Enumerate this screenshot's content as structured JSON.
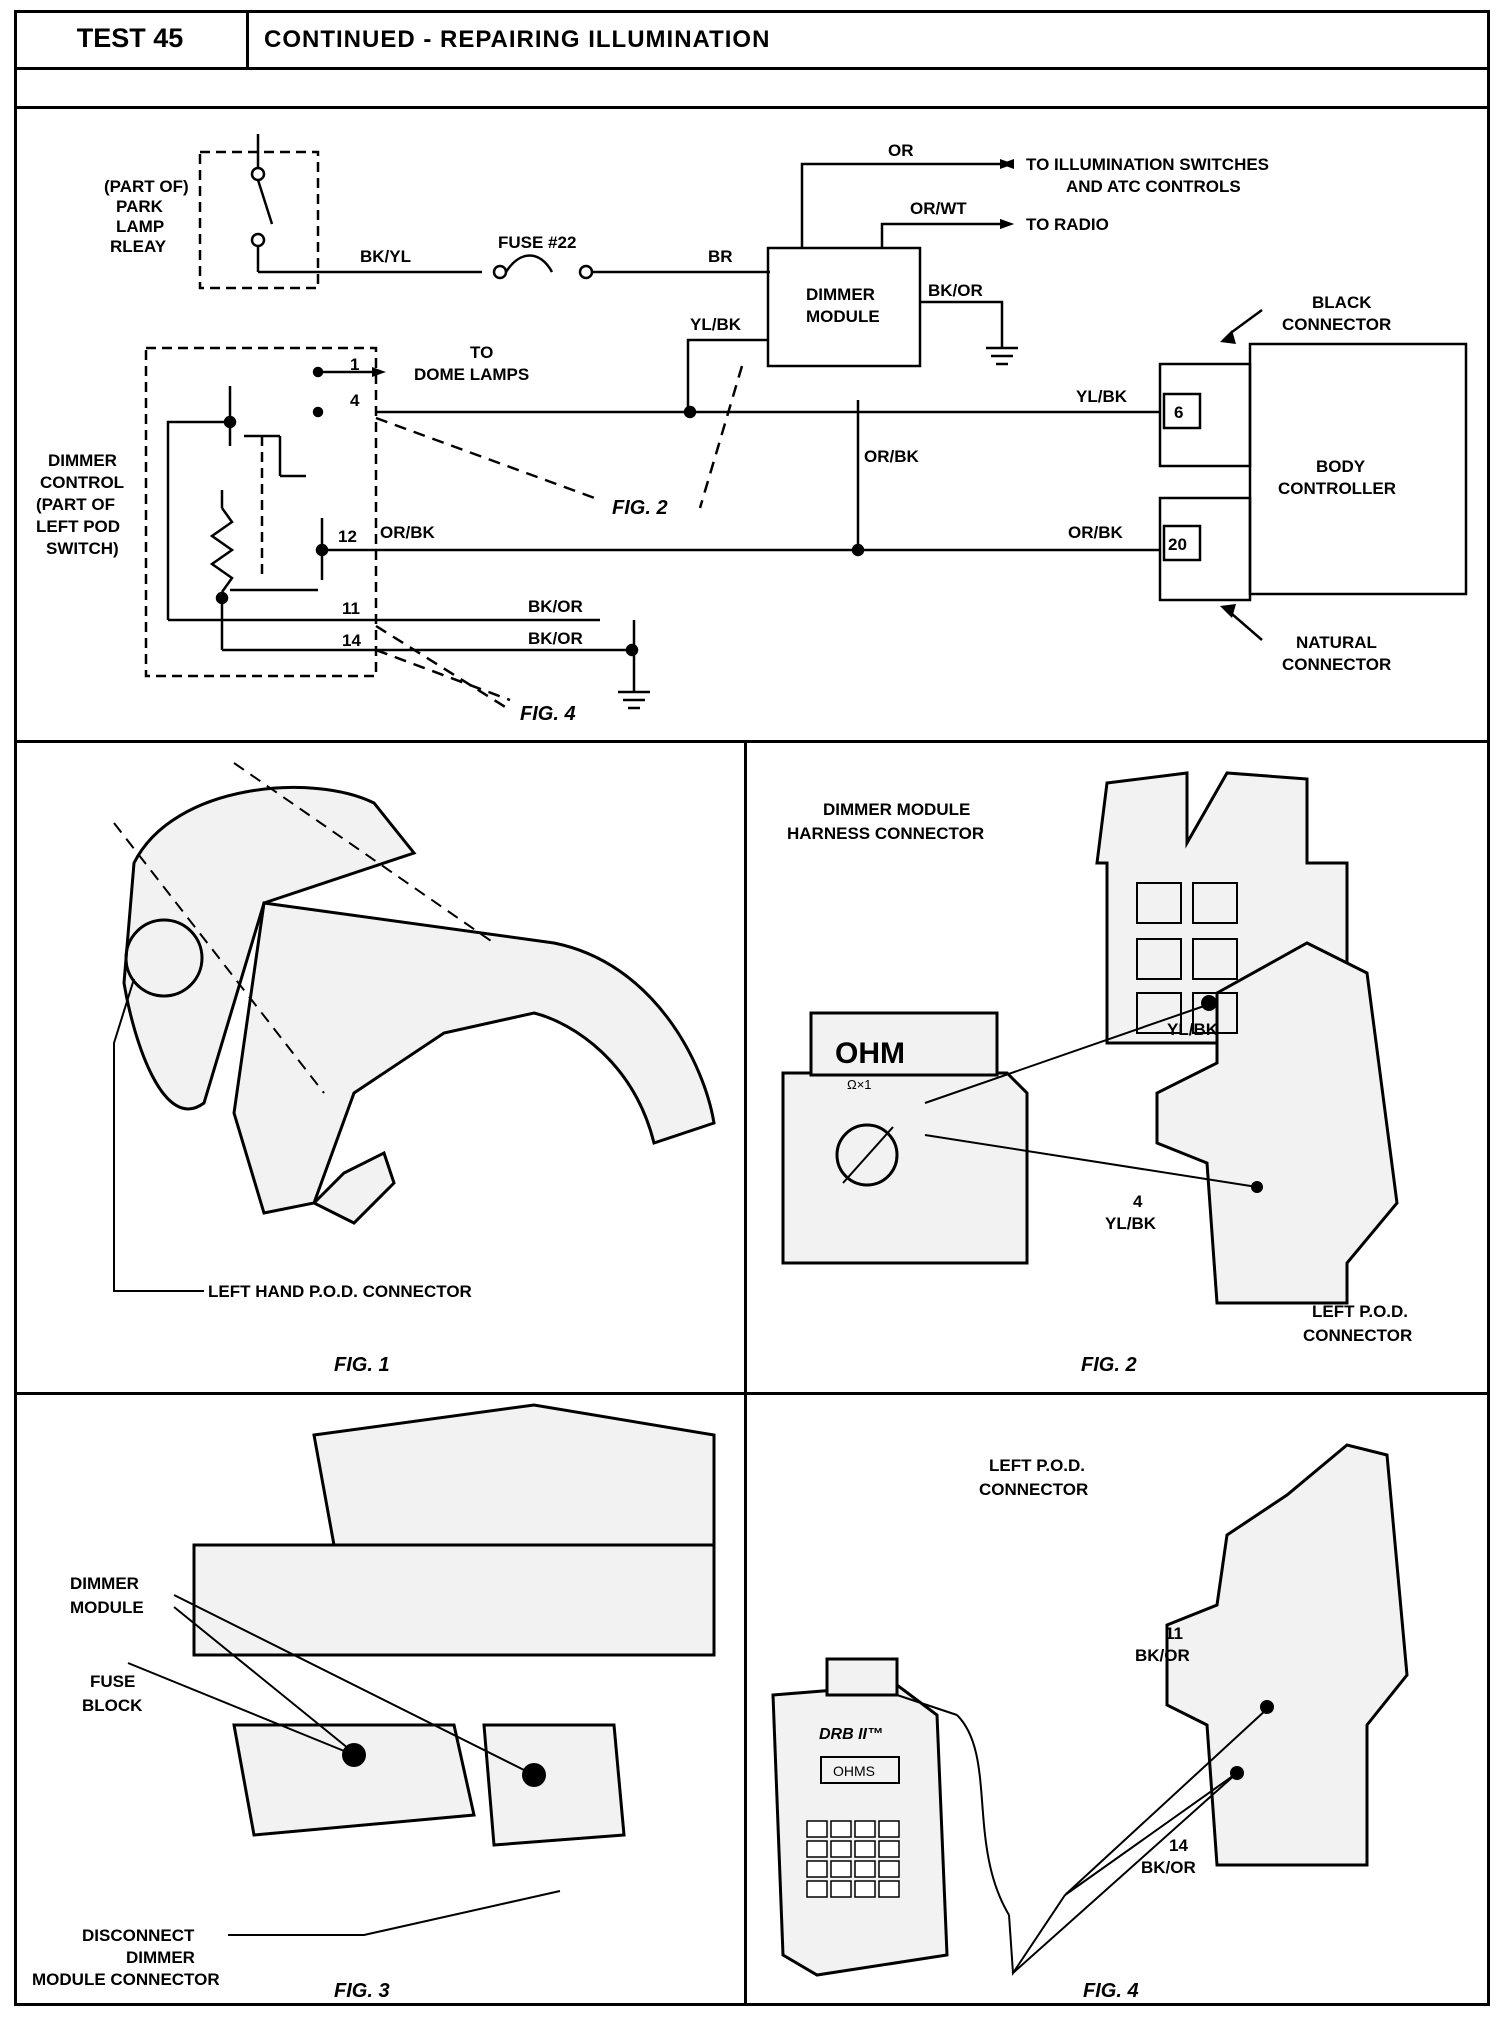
{
  "header": {
    "test": "TEST 45",
    "title": "CONTINUED - REPAIRING ILLUMINATION"
  },
  "schematic": {
    "park_relay": [
      "(PART OF)",
      "PARK",
      "LAMP",
      "RLEAY"
    ],
    "fuse": "FUSE #22",
    "dimmer_module": [
      "DIMMER",
      "MODULE"
    ],
    "dimmer_control": [
      "DIMMER",
      "CONTROL",
      "(PART OF",
      "LEFT POD",
      "SWITCH)"
    ],
    "body_controller": [
      "BODY",
      "CONTROLLER"
    ],
    "black_connector": [
      "BLACK",
      "CONNECTOR"
    ],
    "natural_connector": [
      "NATURAL",
      "CONNECTOR"
    ],
    "to_illum": [
      "TO ILLUMINATION SWITCHES",
      "AND ATC CONTROLS"
    ],
    "to_radio": "TO RADIO",
    "to_dome": [
      "TO",
      "DOME LAMPS"
    ],
    "wires": {
      "bk_yl": "BK/YL",
      "br": "BR",
      "or": "OR",
      "or_wt": "OR/WT",
      "bk_or": "BK/OR",
      "yl_bk": "YL/BK",
      "or_bk": "OR/BK"
    },
    "pins": [
      "1",
      "4",
      "12",
      "11",
      "14",
      "6",
      "20"
    ],
    "fig_refs": [
      "FIG. 2",
      "FIG. 4"
    ]
  },
  "fig1": {
    "caption": "FIG. 1",
    "label": "LEFT HAND P.O.D. CONNECTOR"
  },
  "fig2": {
    "caption": "FIG. 2",
    "harness": [
      "DIMMER MODULE",
      "HARNESS CONNECTOR"
    ],
    "meter_display": "OHM",
    "meter_range": "Ω×1",
    "wire_top": "YL/BK",
    "pin": [
      "4",
      "YL/BK"
    ],
    "pod": [
      "LEFT P.O.D.",
      "CONNECTOR"
    ]
  },
  "fig3": {
    "caption": "FIG. 3",
    "dimmer": [
      "DIMMER",
      "MODULE"
    ],
    "fuse": [
      "FUSE",
      "BLOCK"
    ],
    "disconnect": [
      "DISCONNECT",
      "DIMMER",
      "MODULE CONNECTOR"
    ]
  },
  "fig4": {
    "caption": "FIG. 4",
    "pod": [
      "LEFT P.O.D.",
      "CONNECTOR"
    ],
    "pin11": [
      "11",
      "BK/OR"
    ],
    "pin14": [
      "14",
      "BK/OR"
    ],
    "tool": "DRB II™",
    "display": "OHMS"
  }
}
